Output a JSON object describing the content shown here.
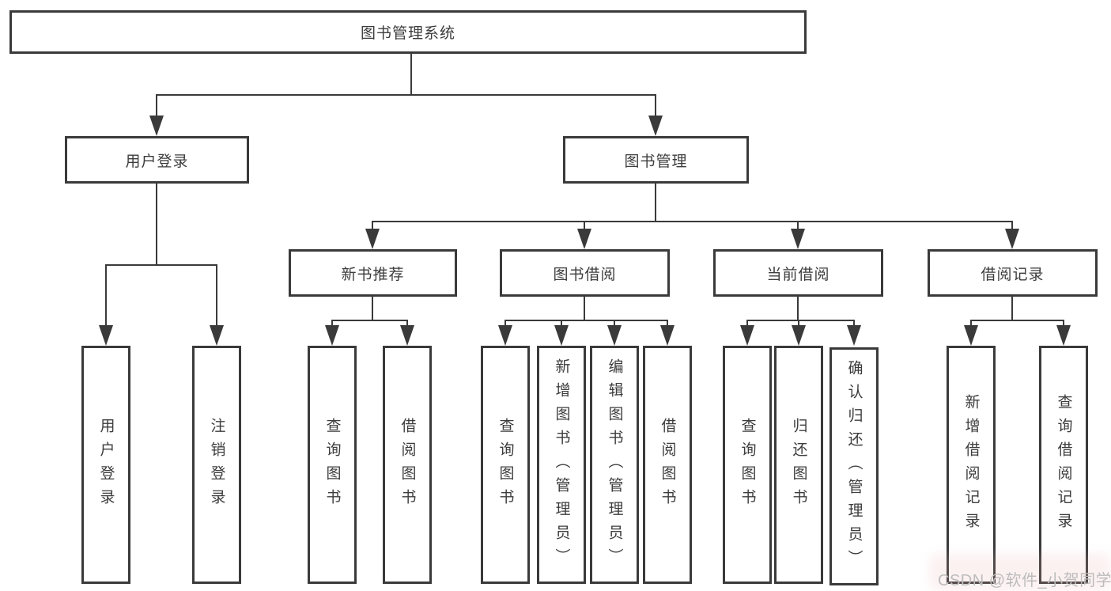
{
  "tree": {
    "label": "图书管理系统",
    "children": [
      {
        "label": "用户登录",
        "children": [
          {
            "label": "用户登录"
          },
          {
            "label": "注销登录"
          }
        ]
      },
      {
        "label": "图书管理",
        "children": [
          {
            "label": "新书推荐",
            "children": [
              {
                "label": "查询图书"
              },
              {
                "label": "借阅图书"
              }
            ]
          },
          {
            "label": "图书借阅",
            "children": [
              {
                "label": "查询图书"
              },
              {
                "label": "新增图书（管理员）"
              },
              {
                "label": "编辑图书（管理员）"
              },
              {
                "label": "借阅图书"
              }
            ]
          },
          {
            "label": "当前借阅",
            "children": [
              {
                "label": "查询图书"
              },
              {
                "label": "归还图书"
              },
              {
                "label": "确认归还（管理员）"
              }
            ]
          },
          {
            "label": "借阅记录",
            "children": [
              {
                "label": "新增借阅记录"
              },
              {
                "label": "查询借阅记录"
              }
            ]
          }
        ]
      }
    ]
  },
  "watermark": {
    "text": "CSDN @软件_小贺同学"
  },
  "colors": {
    "line": "#3a3a3a",
    "box_border": "#3a3a3a",
    "text": "#3c3c3c",
    "watermark_text": "#bcbcbc",
    "background": "#ffffff"
  }
}
